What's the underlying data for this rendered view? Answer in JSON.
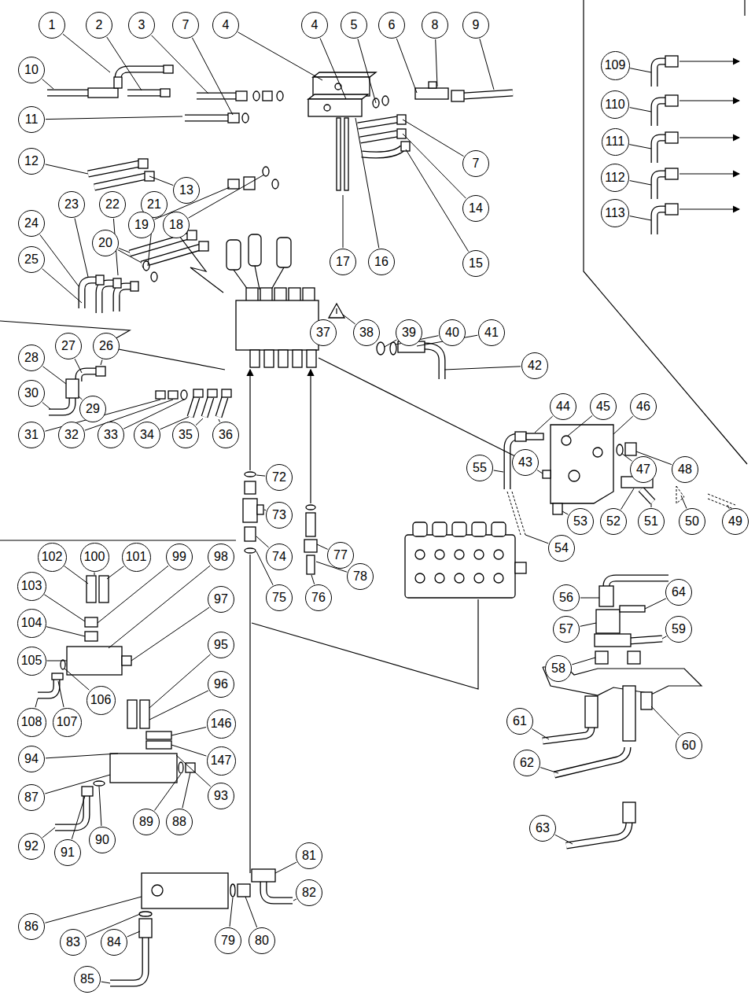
{
  "diagram": {
    "nodes": [
      {
        "text": [
          "1"
        ]
      },
      {
        "text": [
          "2"
        ]
      },
      {
        "text": [
          "3"
        ]
      },
      {
        "text": [
          "7"
        ]
      },
      {
        "text": [
          "4"
        ]
      },
      {
        "text": [
          "4"
        ]
      },
      {
        "text": [
          "5"
        ]
      },
      {
        "text": [
          "6"
        ]
      },
      {
        "text": [
          "8"
        ]
      },
      {
        "text": [
          "9"
        ]
      },
      {
        "text": [
          "10"
        ]
      },
      {
        "text": [
          "11"
        ]
      },
      {
        "text": [
          "12"
        ]
      },
      {
        "text": [
          "7"
        ]
      },
      {
        "text": [
          "13"
        ]
      },
      {
        "text": [
          "23"
        ]
      },
      {
        "text": [
          "22"
        ]
      },
      {
        "text": [
          "21"
        ]
      },
      {
        "text": [
          "14"
        ]
      },
      {
        "text": [
          "24"
        ]
      },
      {
        "text": [
          "19"
        ]
      },
      {
        "text": [
          "18"
        ]
      },
      {
        "text": [
          "20"
        ]
      },
      {
        "text": [
          "15"
        ]
      },
      {
        "text": [
          "17"
        ]
      },
      {
        "text": [
          "16"
        ]
      },
      {
        "text": [
          "25"
        ]
      },
      {
        "text": [
          "109"
        ]
      },
      {
        "text": [
          "110"
        ]
      },
      {
        "text": [
          "111"
        ]
      },
      {
        "text": [
          "112"
        ]
      },
      {
        "text": [
          "113"
        ]
      },
      {
        "text": [
          "26"
        ]
      },
      {
        "text": [
          "27"
        ]
      },
      {
        "text": [
          "28"
        ]
      },
      {
        "text": [
          "29"
        ]
      },
      {
        "text": [
          "30"
        ]
      },
      {
        "text": [
          "31"
        ]
      },
      {
        "text": [
          "32"
        ]
      },
      {
        "text": [
          "33"
        ]
      },
      {
        "text": [
          "34"
        ]
      },
      {
        "text": [
          "35"
        ]
      },
      {
        "text": [
          "36"
        ]
      },
      {
        "text": [
          "37"
        ]
      },
      {
        "text": [
          "38"
        ]
      },
      {
        "text": [
          "39"
        ]
      },
      {
        "text": [
          "40"
        ]
      },
      {
        "text": [
          "41"
        ]
      },
      {
        "text": [
          "42"
        ]
      },
      {
        "text": [
          "44"
        ]
      },
      {
        "text": [
          "45"
        ]
      },
      {
        "text": [
          "46"
        ]
      },
      {
        "text": [
          "43"
        ]
      },
      {
        "text": [
          "47"
        ]
      },
      {
        "text": [
          "48"
        ]
      },
      {
        "text": [
          "52"
        ]
      },
      {
        "text": [
          "51"
        ]
      },
      {
        "text": [
          "50"
        ]
      },
      {
        "text": [
          "49"
        ]
      },
      {
        "text": [
          "53"
        ]
      },
      {
        "text": [
          "54"
        ]
      },
      {
        "text": [
          "55"
        ]
      },
      {
        "text": [
          "72"
        ]
      },
      {
        "text": [
          "73"
        ]
      },
      {
        "text": [
          "74"
        ]
      },
      {
        "text": [
          "75"
        ]
      },
      {
        "text": [
          "76"
        ]
      },
      {
        "text": [
          "77"
        ]
      },
      {
        "text": [
          "78"
        ]
      },
      {
        "text": [
          "102"
        ]
      },
      {
        "text": [
          "100"
        ]
      },
      {
        "text": [
          "101"
        ]
      },
      {
        "text": [
          "99"
        ]
      },
      {
        "text": [
          "98"
        ]
      },
      {
        "text": [
          "97"
        ]
      },
      {
        "text": [
          "103"
        ]
      },
      {
        "text": [
          "104"
        ]
      },
      {
        "text": [
          "105"
        ]
      },
      {
        "text": [
          "106"
        ]
      },
      {
        "text": [
          "107"
        ]
      },
      {
        "text": [
          "108"
        ]
      },
      {
        "text": [
          "95"
        ]
      },
      {
        "text": [
          "96"
        ]
      },
      {
        "text": [
          "146"
        ]
      },
      {
        "text": [
          "147"
        ]
      },
      {
        "text": [
          "94"
        ]
      },
      {
        "text": [
          "93"
        ]
      },
      {
        "text": [
          "87"
        ]
      },
      {
        "text": [
          "89"
        ]
      },
      {
        "text": [
          "88"
        ]
      },
      {
        "text": [
          "90"
        ]
      },
      {
        "text": [
          "91"
        ]
      },
      {
        "text": [
          "92"
        ]
      },
      {
        "text": [
          "81"
        ]
      },
      {
        "text": [
          "82"
        ]
      },
      {
        "text": [
          "86"
        ]
      },
      {
        "text": [
          "83"
        ]
      },
      {
        "text": [
          "84"
        ]
      },
      {
        "text": [
          "79"
        ]
      },
      {
        "text": [
          "80"
        ]
      },
      {
        "text": [
          "85"
        ]
      },
      {
        "text": [
          "56"
        ]
      },
      {
        "text": [
          "64"
        ]
      },
      {
        "text": [
          "57"
        ]
      },
      {
        "text": [
          "59"
        ]
      },
      {
        "text": [
          "58"
        ]
      },
      {
        "text": [
          "61"
        ]
      },
      {
        "text": [
          "60"
        ]
      },
      {
        "text": [
          "62"
        ]
      },
      {
        "text": [
          "63"
        ]
      }
    ]
  }
}
